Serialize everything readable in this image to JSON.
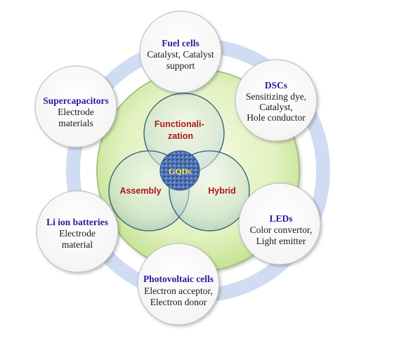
{
  "core": {
    "label": "GQDs"
  },
  "modifications": {
    "top": "Functionali-\nzation",
    "left": "Assembly",
    "right": "Hybrid"
  },
  "applications": [
    {
      "key": "fuel-cells",
      "title": "Fuel cells",
      "desc": [
        "Catalyst, Catalyst",
        "support"
      ]
    },
    {
      "key": "dscs",
      "title": "DSCs",
      "desc": [
        "Sensitizing dye,",
        "Catalyst,",
        "Hole conductor"
      ]
    },
    {
      "key": "leds",
      "title": "LEDs",
      "desc": [
        "Color convertor,",
        "Light emitter"
      ]
    },
    {
      "key": "photovoltaic-cells",
      "title": "Photovoltaic cells",
      "desc": [
        "Electron acceptor,",
        "Electron donor"
      ]
    },
    {
      "key": "li-ion-batteries",
      "title": "Li ion batteries",
      "desc": [
        "Electrode",
        "material"
      ]
    },
    {
      "key": "supercapacitors",
      "title": "Supercapacitors",
      "desc": [
        "Electrode",
        "materials"
      ]
    }
  ],
  "colors": {
    "ring": "#cfdcf2",
    "hub_fill_inner": "#f6fbe4",
    "hub_fill_outer": "#c9e79a",
    "hub_stroke": "#8fb05a",
    "bubble_stroke": "#2f5d73",
    "app_title": "#2a1a9c",
    "mod_label": "#b0171c",
    "core_label": "#ffe84a"
  }
}
